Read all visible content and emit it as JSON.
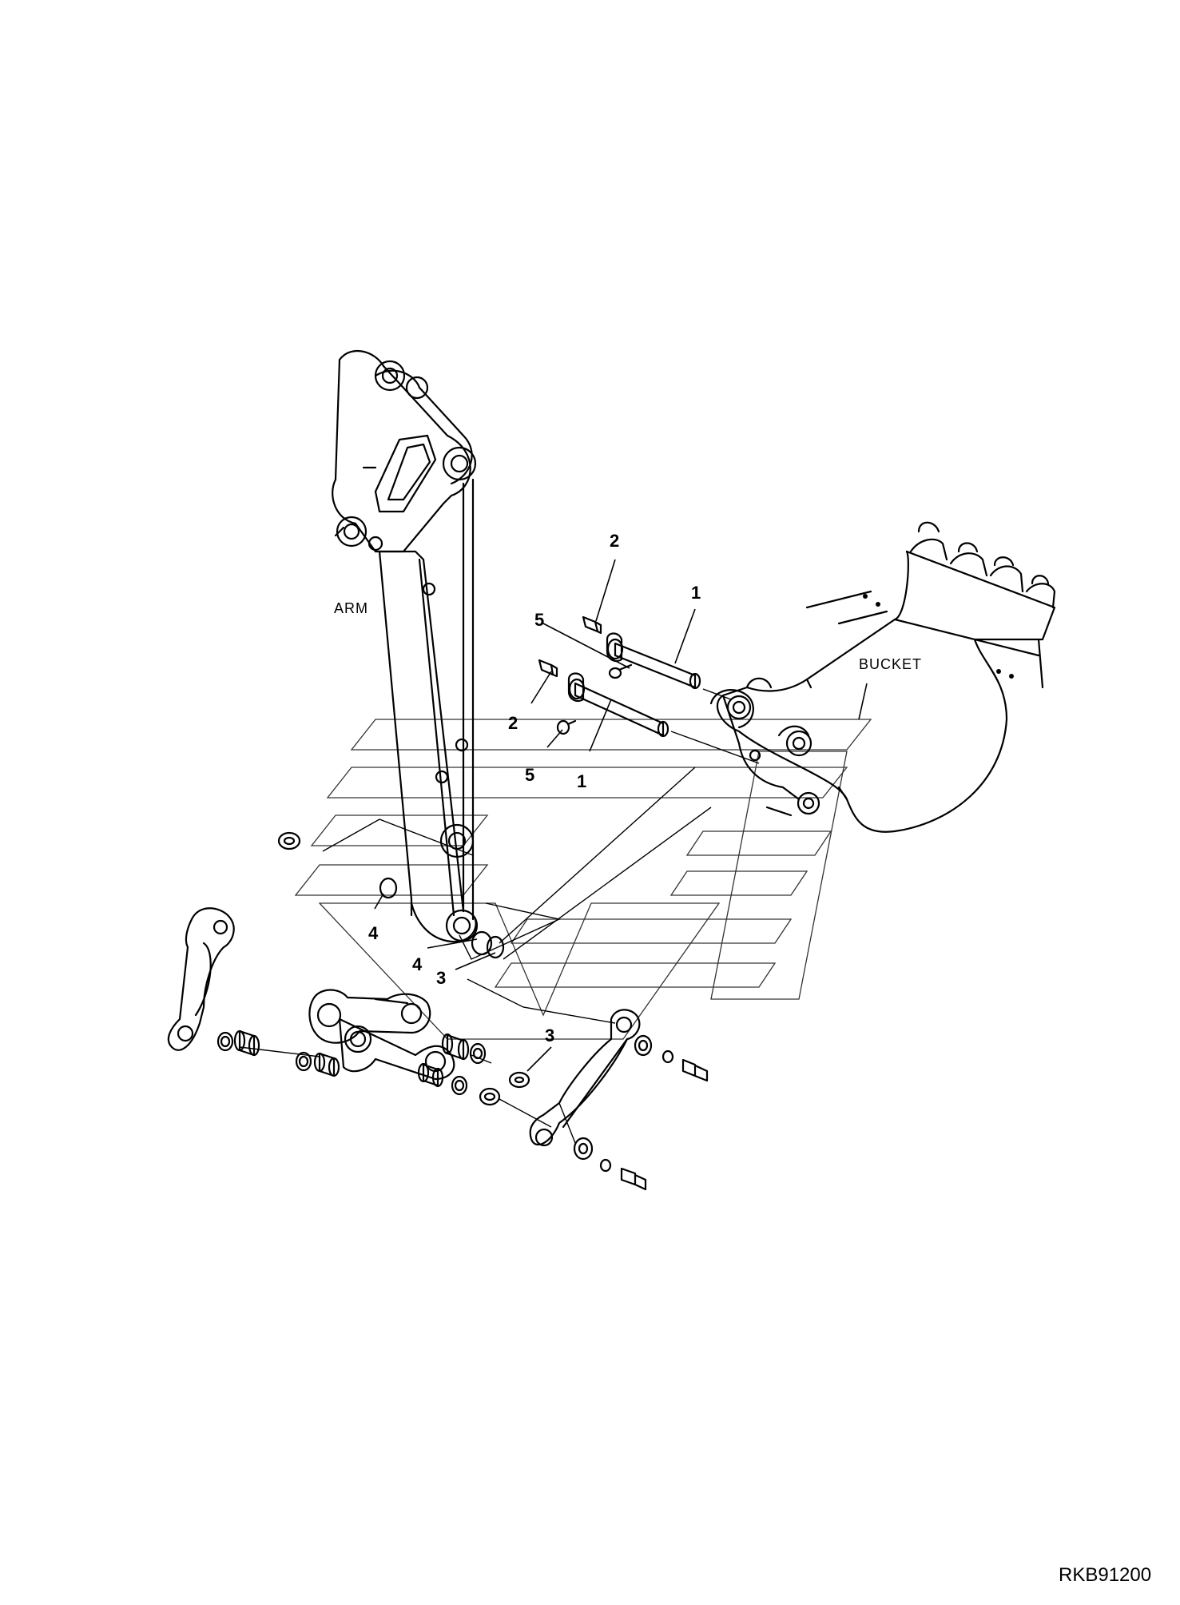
{
  "labels": {
    "arm": "ARM",
    "bucket": "BUCKET"
  },
  "callouts": {
    "pin_upper": "1",
    "pin_lower": "1",
    "grease_upper": "2",
    "grease_lower": "2",
    "shim_arm": "3",
    "shim_link": "3",
    "oring_a": "4",
    "oring_b": "4",
    "bolt_upper": "5",
    "bolt_lower": "5"
  },
  "reference": "RKB91200",
  "colors": {
    "line": "#000000",
    "background": "#ffffff",
    "watermark": "#333333"
  }
}
